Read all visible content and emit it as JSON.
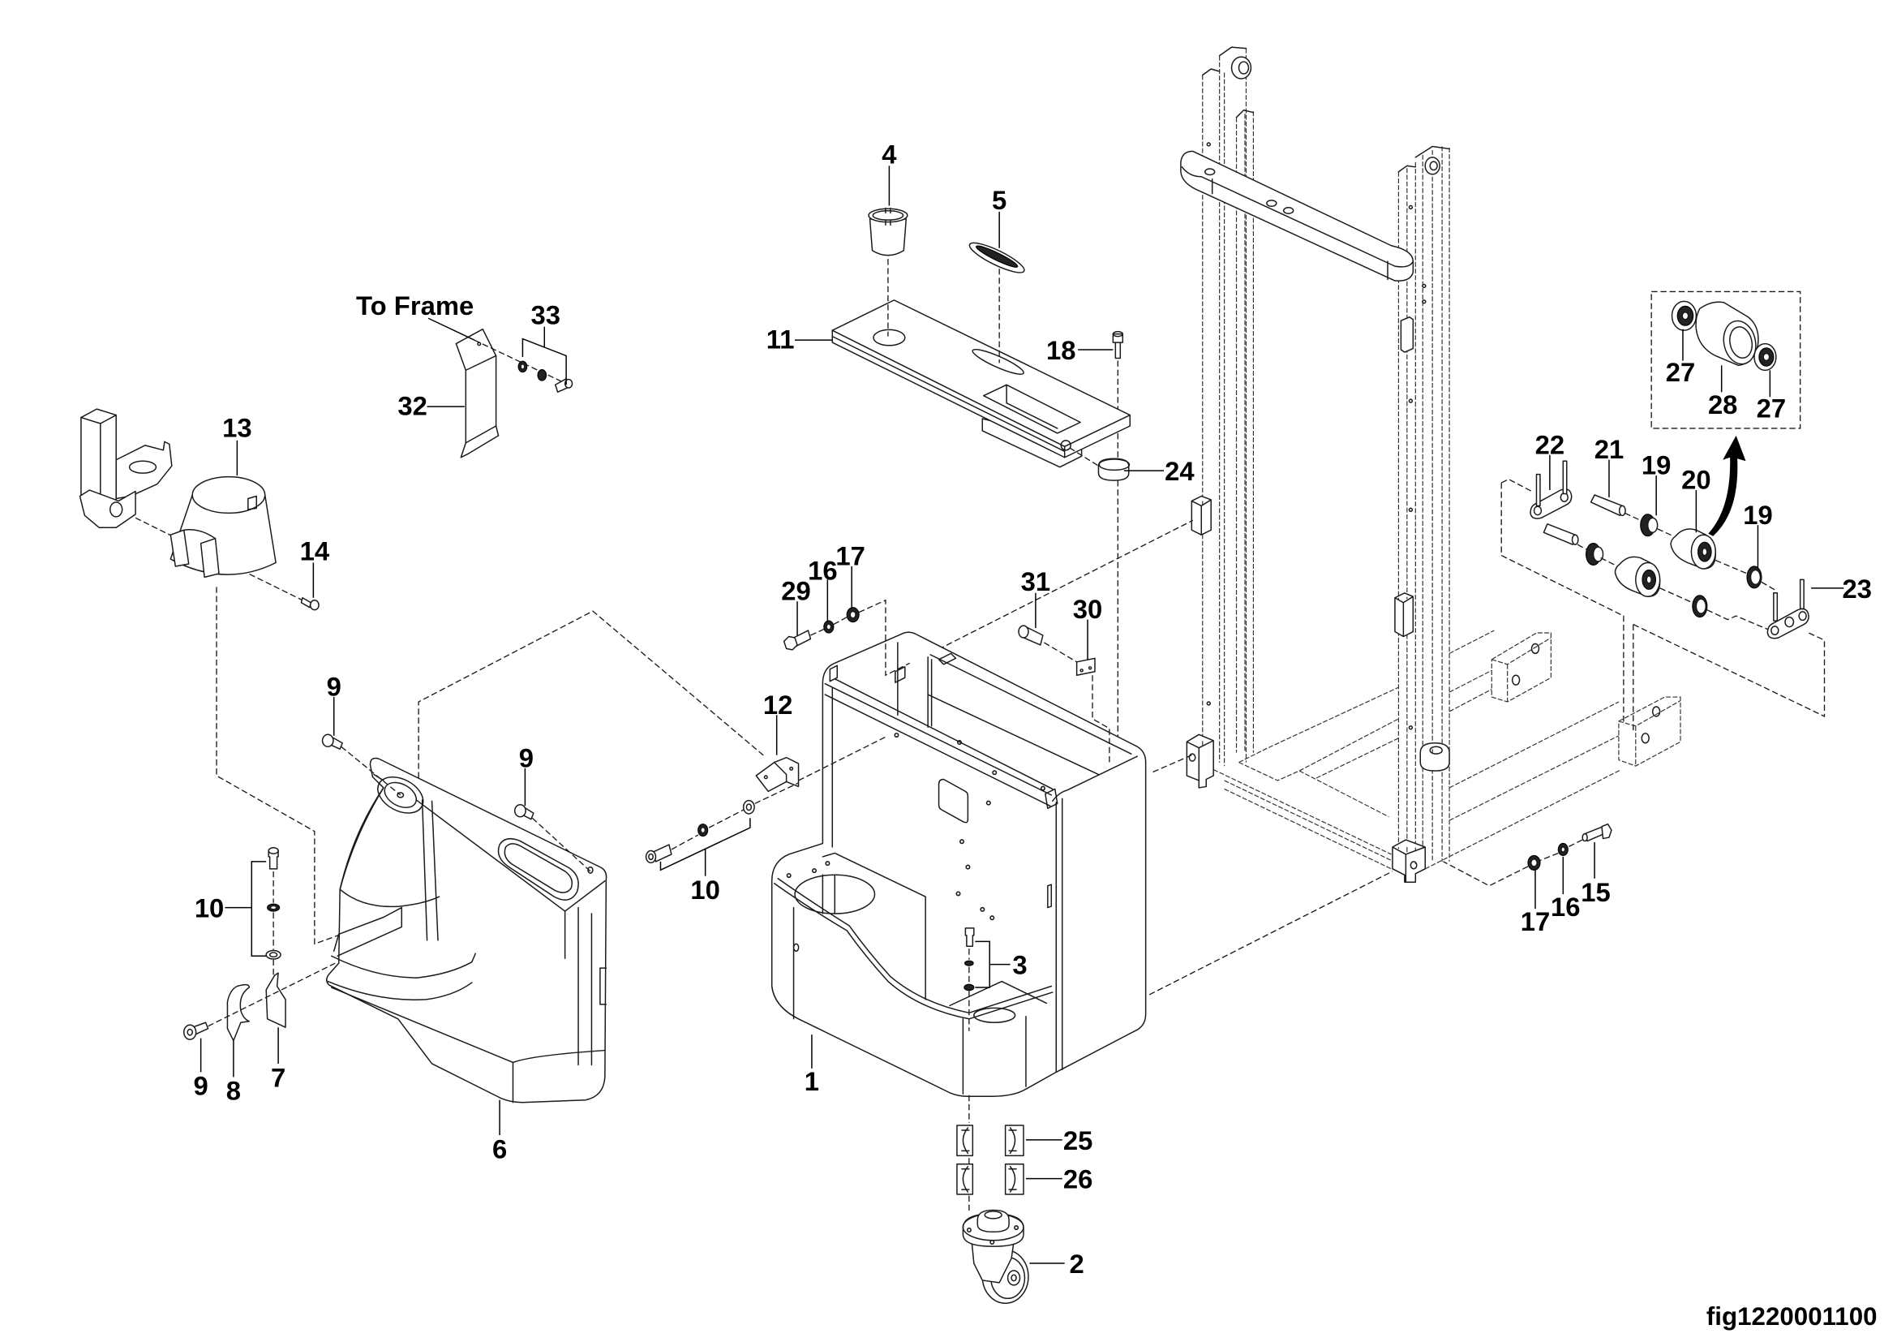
{
  "figure": {
    "id": "fig1220001100"
  },
  "annotations": {
    "to_frame": "To Frame"
  },
  "callouts": [
    {
      "label": "4"
    },
    {
      "label": "5"
    },
    {
      "label": "11"
    },
    {
      "label": "18"
    },
    {
      "label": "24"
    },
    {
      "label": "33"
    },
    {
      "label": "32"
    },
    {
      "label": "13"
    },
    {
      "label": "14"
    },
    {
      "label": "29"
    },
    {
      "label": "16"
    },
    {
      "label": "17"
    },
    {
      "label": "31"
    },
    {
      "label": "30"
    },
    {
      "label": "12"
    },
    {
      "label": "9"
    },
    {
      "label": "9"
    },
    {
      "label": "10"
    },
    {
      "label": "10"
    },
    {
      "label": "3"
    },
    {
      "label": "1"
    },
    {
      "label": "9"
    },
    {
      "label": "8"
    },
    {
      "label": "7"
    },
    {
      "label": "6"
    },
    {
      "label": "25"
    },
    {
      "label": "26"
    },
    {
      "label": "2"
    },
    {
      "label": "27"
    },
    {
      "label": "28"
    },
    {
      "label": "27"
    },
    {
      "label": "22"
    },
    {
      "label": "21"
    },
    {
      "label": "19"
    },
    {
      "label": "20"
    },
    {
      "label": "19"
    },
    {
      "label": "23"
    },
    {
      "label": "17"
    },
    {
      "label": "16"
    },
    {
      "label": "15"
    }
  ]
}
